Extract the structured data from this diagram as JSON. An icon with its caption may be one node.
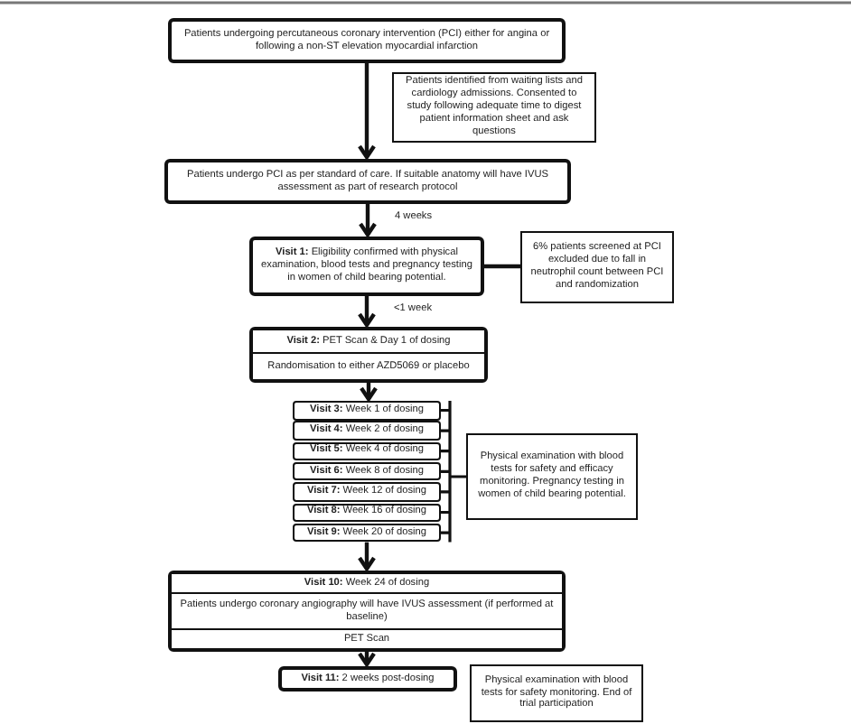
{
  "diagram": {
    "nodes": [
      {
        "text": [
          "Patients undergoing percutaneous coronary intervention (PCI) either for angina or following a non-ST elevation myocardial infarction"
        ]
      },
      {
        "text": [
          "Patients identified from waiting lists and cardiology admissions. Consented to study following adequate time to digest patient information sheet and ask questions"
        ]
      },
      {
        "text": [
          "Patients undergo PCI as per standard of care. If suitable anatomy will have IVUS assessment as part of research protocol"
        ]
      },
      {
        "text": [
          "**Visit 1:** Eligibility confirmed with physical examination, blood tests and pregnancy testing in women of child bearing potential."
        ]
      },
      {
        "text": [
          "6% patients screened at PCI excluded due to fall in neutrophil count between PCI and randomization"
        ]
      },
      {
        "text": [],
        "shape": "box"
      },
      {
        "text": [
          "**Visit 2:** PET Scan & Day 1 of dosing"
        ],
        "in": 5
      },
      {
        "text": [
          "Randomisation to either AZD5069 or placebo"
        ],
        "in": 5
      },
      {
        "text": [
          "**Visit 3:** Week 1 of dosing"
        ]
      },
      {
        "text": [
          "**Visit 4:** Week 2 of dosing"
        ]
      },
      {
        "text": [
          "**Visit 5:** Week 4 of dosing"
        ]
      },
      {
        "text": [
          "**Visit 6:** Week 8 of dosing"
        ]
      },
      {
        "text": [
          "**Visit 7:** Week 12 of dosing"
        ]
      },
      {
        "text": [
          "**Visit 8:** Week 16 of dosing"
        ]
      },
      {
        "text": [
          "**Visit 9:** Week 20 of dosing"
        ]
      },
      {
        "text": [
          "Physical examination with blood tests for safety and efficacy monitoring. Pregnancy testing in women of child bearing potential."
        ]
      },
      {
        "text": [],
        "shape": "box"
      },
      {
        "text": [
          "**Visit 10:** Week 24 of dosing"
        ],
        "in": 16
      },
      {
        "text": [
          "Patients undergo coronary angiography will have IVUS assessment (if performed at baseline)"
        ],
        "in": 16
      },
      {
        "text": [
          "PET Scan"
        ],
        "in": 16
      },
      {
        "text": [
          "**Visit 11:** 2 weeks post-dosing"
        ]
      },
      {
        "text": [
          "Physical examination with blood tests for safety monitoring. End of trial participation"
        ]
      }
    ],
    "edges": [
      {
        "from": 0,
        "to": 2,
        "arrow": "to"
      },
      {
        "from": 2,
        "to": 3,
        "arrow": "to",
        "label": "4 weeks"
      },
      {
        "from": 3,
        "to": 4,
        "arrow": "none"
      },
      {
        "from": 3,
        "to": 5,
        "arrow": "to",
        "label": "<1 week"
      },
      {
        "from": 5,
        "to": 8,
        "arrow": "to"
      },
      {
        "from": 8,
        "to": 15,
        "arrow": "none"
      },
      {
        "from": 9,
        "to": 15,
        "arrow": "none"
      },
      {
        "from": 10,
        "to": 15,
        "arrow": "none"
      },
      {
        "from": 11,
        "to": 15,
        "arrow": "none"
      },
      {
        "from": 12,
        "to": 15,
        "arrow": "none"
      },
      {
        "from": 13,
        "to": 15,
        "arrow": "none"
      },
      {
        "from": 14,
        "to": 15,
        "arrow": "none"
      },
      {
        "from": 14,
        "to": 16,
        "arrow": "to"
      },
      {
        "from": 16,
        "to": 20,
        "arrow": "to"
      }
    ]
  }
}
